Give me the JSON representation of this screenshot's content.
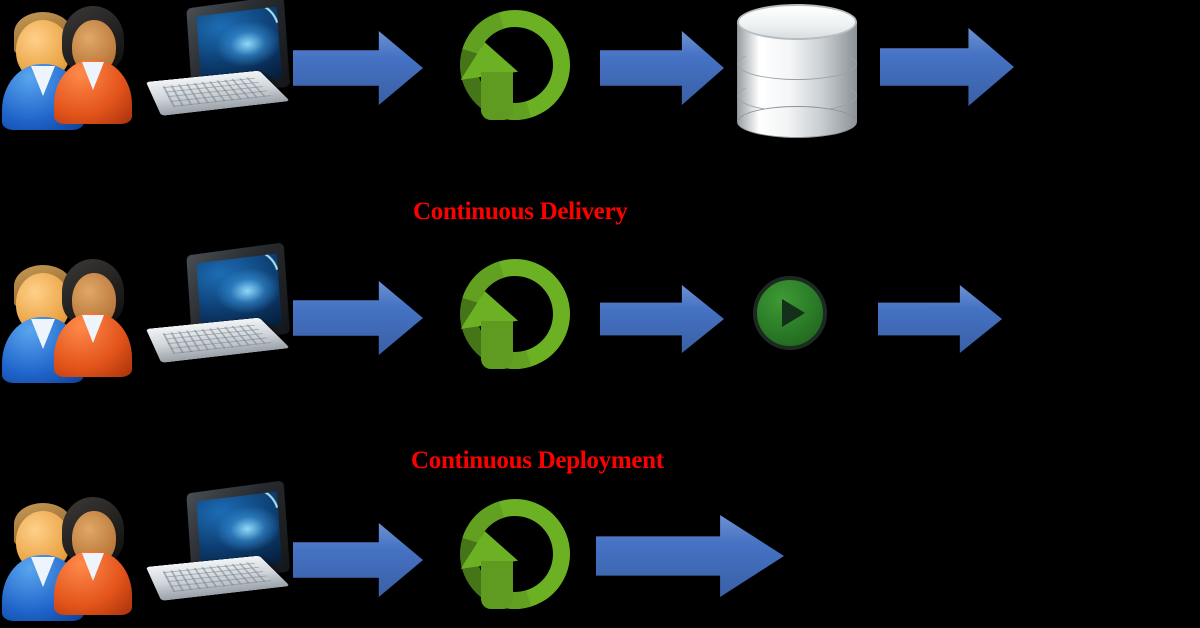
{
  "diagram": {
    "title": "Continuous Integration / Delivery / Deployment pipeline",
    "background_color": "#000000",
    "colors": {
      "arrow_blue": "#4572C4",
      "arrow_blue_outline": "#2A4F96",
      "refresh_green": "#6CB024",
      "refresh_green_dark": "#5E9B20",
      "label_red": "#FF0000",
      "play_green": "#2D8029",
      "database_silver": "#DADEE1"
    },
    "labels": [
      {
        "text": "Continuous Delivery",
        "color": "#FF0000"
      },
      {
        "text": "Continuous Deployment",
        "color": "#FF0000"
      }
    ],
    "rows": [
      {
        "name": "continuous-integration-row",
        "steps": [
          {
            "icon": "users-icon",
            "label": "Developers"
          },
          {
            "icon": "laptop-icon",
            "label": "Laptop"
          },
          {
            "icon": "blue-arrow-icon",
            "label": "Arrow"
          },
          {
            "icon": "refresh-arrows-icon",
            "label": "Build / Integrate"
          },
          {
            "icon": "blue-arrow-icon",
            "label": "Arrow"
          },
          {
            "icon": "database-icon",
            "label": "Repository"
          },
          {
            "icon": "blue-arrow-icon",
            "label": "Arrow"
          }
        ]
      },
      {
        "name": "continuous-delivery-row",
        "steps": [
          {
            "icon": "users-icon",
            "label": "Developers"
          },
          {
            "icon": "laptop-icon",
            "label": "Laptop"
          },
          {
            "icon": "blue-arrow-icon",
            "label": "Arrow"
          },
          {
            "icon": "refresh-arrows-icon",
            "label": "Build / Integrate"
          },
          {
            "icon": "blue-arrow-icon",
            "label": "Arrow"
          },
          {
            "icon": "play-button-icon",
            "label": "Manual Release Trigger"
          },
          {
            "icon": "blue-arrow-icon",
            "label": "Arrow"
          }
        ]
      },
      {
        "name": "continuous-deployment-row",
        "steps": [
          {
            "icon": "users-icon",
            "label": "Developers"
          },
          {
            "icon": "laptop-icon",
            "label": "Laptop"
          },
          {
            "icon": "blue-arrow-icon",
            "label": "Arrow"
          },
          {
            "icon": "refresh-arrows-icon",
            "label": "Build / Integrate"
          },
          {
            "icon": "blue-arrow-long-icon",
            "label": "Arrow"
          }
        ]
      }
    ]
  }
}
